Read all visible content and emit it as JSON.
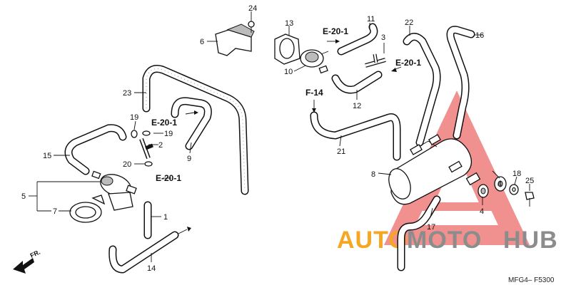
{
  "drawing_code": "MFG4– F5300",
  "front_marker": "FR.",
  "watermark": {
    "text_orange": "AUTO",
    "text_gray_1": "MOTO",
    "text_gray_2": "HUB",
    "color_orange": "#f5a623",
    "color_gray": "#8c8c8c",
    "color_red": "#e53935"
  },
  "callouts": {
    "c1": "1",
    "c2": "2",
    "c3": "3",
    "c4a": "4",
    "c4b": "4",
    "c5": "5",
    "c6a": "6",
    "c6b": "6",
    "c7": "7",
    "c8": "8",
    "c9": "9",
    "c10": "10",
    "c11": "11",
    "c12": "12",
    "c13": "13",
    "c14": "14",
    "c15": "15",
    "c16": "16",
    "c17": "17",
    "c18": "18",
    "c19a": "19",
    "c19b": "19",
    "c20": "20",
    "c21": "21",
    "c22": "22",
    "c23": "23",
    "c24": "24",
    "c25": "25"
  },
  "refs": {
    "r1": "E-20-1",
    "r2": "E-20-1",
    "r3": "E-20-1",
    "r4": "E-20-1",
    "r5": "F-14"
  }
}
